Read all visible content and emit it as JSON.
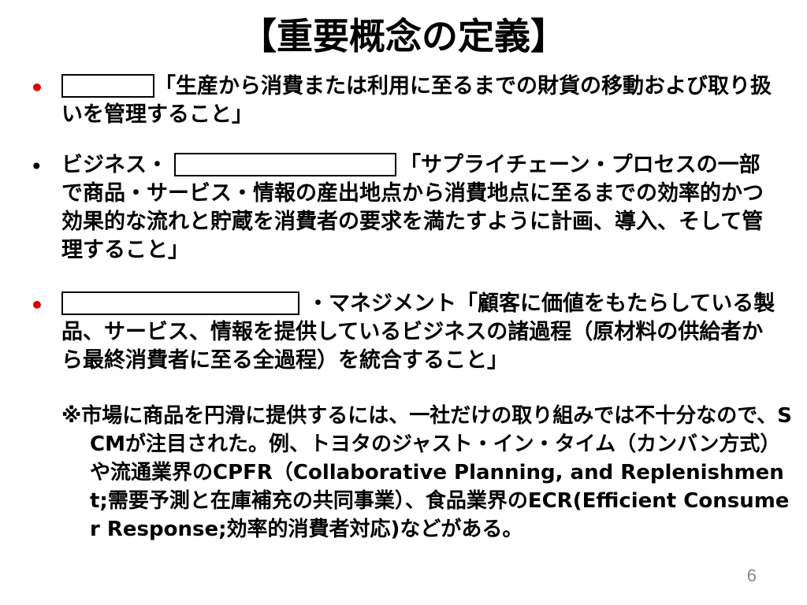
{
  "slide": {
    "title": "【重要概念の定義】",
    "bullets": [
      {
        "bullet_char": "•",
        "bullet_color": "#e00000",
        "lead": "",
        "text": "「生産から消費または利用に至るまでの財貨の移動および取り扱いを管理すること」"
      },
      {
        "bullet_char": "•",
        "bullet_color": "#000000",
        "lead": "ビジネス・",
        "text": "「サプライチェーン・プロセスの一部で商品・サービス・情報の産出地点から消費地点に至るまでの効率的かつ効果的な流れと貯蔵を消費者の要求を満たすように計画、導入、そして管理すること」"
      },
      {
        "bullet_char": "•",
        "bullet_color": "#e00000",
        "lead": "",
        "text": "・マネジメント「顧客に価値をもたらしている製品、サービス、情報を提供しているビジネスの諸過程（原材料の供給者から最終消費者に至る全過程）を統合すること」"
      }
    ],
    "note": "※市場に商品を円滑に提供するには、一社だけの取り組みでは不十分なので、SCMが注目された。例、トヨタのジャスト・イン・タイム（カンバン方式）や流通業界のCPFR（Collaborative Planning, and Replenishment;需要予測と在庫補充の共同事業）、食品業界のECR(Efficient Consumer Response;効率的消費者対応)などがある。",
    "page_number": "6"
  }
}
